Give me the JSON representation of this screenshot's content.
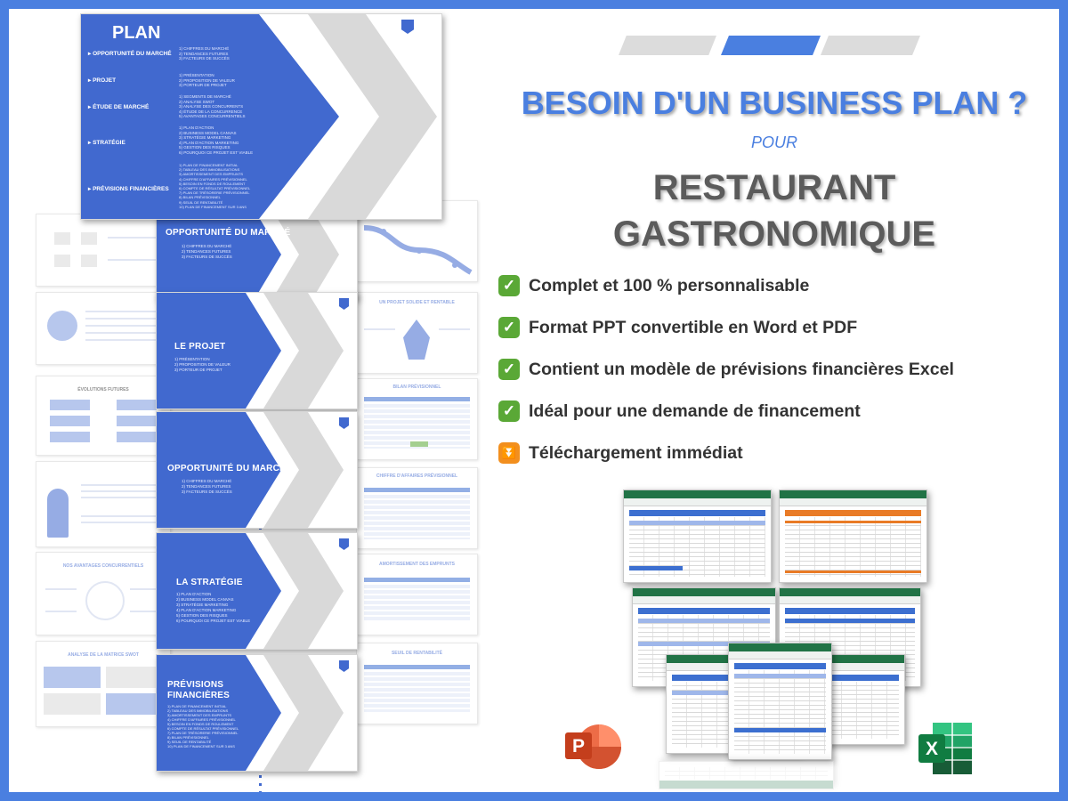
{
  "hero": {
    "headline": "BESOIN D'UN BUSINESS PLAN ?",
    "connector": "POUR",
    "subject_line1": "RESTAURANT",
    "subject_line2": "GASTRONOMIQUE"
  },
  "features": [
    {
      "icon": "check-mark-icon",
      "text": "Complet et 100 % personnalisable"
    },
    {
      "icon": "check-mark-icon",
      "text": "Format PPT convertible en Word et PDF"
    },
    {
      "icon": "check-mark-icon",
      "text": "Contient un modèle de prévisions financières Excel"
    },
    {
      "icon": "check-mark-icon",
      "text": "Idéal pour une demande de financement"
    },
    {
      "icon": "download-arrow-icon",
      "text": "Téléchargement immédiat"
    }
  ],
  "plan_slide": {
    "title": "PLAN",
    "sections": [
      {
        "name": "OPPORTUNITÉ DU MARCHÉ",
        "items": [
          "1) CHIFFRES DU MARCHÉ",
          "2) TENDANCES FUTURES",
          "3) FACTEURS DE SUCCÈS"
        ]
      },
      {
        "name": "PROJET",
        "items": [
          "1) PRÉSENTATION",
          "2) PROPOSITION DE VALEUR",
          "3) PORTEUR DE PROJET"
        ]
      },
      {
        "name": "ÉTUDE DE MARCHÉ",
        "items": [
          "1) SEGMENTS DE MARCHÉ",
          "2) ANALYSE SWOT",
          "3) ANALYSE DES CONCURRENTS",
          "4) ÉTUDE DE LA CONCURRENCE",
          "5) AVANTAGES CONCURRENTIELS"
        ]
      },
      {
        "name": "STRATÉGIE",
        "items": [
          "1) PLAN D'ACTION",
          "2) BUSINESS MODEL CANVAS",
          "3) STRATÉGIE MARKETING",
          "4) PLAN D'ACTION MARKETING",
          "5) GESTION DES RISQUES",
          "6) POURQUOI CE PROJET EST VIABLE"
        ]
      },
      {
        "name": "PRÉVISIONS FINANCIÈRES",
        "items": [
          "1) PLAN DE FINANCEMENT INITIAL",
          "2) TABLEAU DES IMMOBILISATIONS",
          "3) AMORTISSEMENT DES EMPRUNTS",
          "4) CHIFFRE D'AFFAIRES PRÉVISIONNEL",
          "5) BESOIN EN FONDS DE ROULEMENT",
          "6) COMPTE DE RÉSULTAT PRÉVISIONNEL",
          "7) PLAN DE TRÉSORERIE PRÉVISIONNEL",
          "8) BILAN PRÉVISIONNEL",
          "9) SEUIL DE RENTABILITÉ",
          "10) PLAN DE FINANCEMENT SUR 3 ANS"
        ]
      }
    ]
  },
  "section_slides": [
    {
      "title": "OPPORTUNITÉ DU MARCHÉ",
      "items": [
        "1) CHIFFRES DU MARCHÉ",
        "2) TENDANCES FUTURES",
        "3) FACTEURS DE SUCCÈS"
      ]
    },
    {
      "title": "LE PROJET",
      "items": [
        "1) PRÉSENTATION",
        "2) PROPOSITION DE VALEUR",
        "3) PORTEUR DE PROJET"
      ]
    },
    {
      "title": "OPPORTUNITÉ DU MARCHÉ",
      "items": [
        "1) CHIFFRES DU MARCHÉ",
        "2) TENDANCES FUTURES",
        "3) FACTEURS DE SUCCÈS"
      ]
    },
    {
      "title": "LA STRATÉGIE",
      "items": [
        "1) PLAN D'ACTION",
        "2) BUSINESS MODEL CANVAS",
        "3) STRATÉGIE MARKETING",
        "4) PLAN D'ACTION MARKETING",
        "5) GESTION DES RISQUES",
        "6) POURQUOI CE PROJET EST VIABLE"
      ]
    },
    {
      "title": "PRÉVISIONS FINANCIÈRES",
      "items": [
        "1) PLAN DE FINANCEMENT INITIAL",
        "2) TABLEAU DES IMMOBILISATIONS",
        "3) AMORTISSEMENT DES EMPRUNTS",
        "4) CHIFFRE D'AFFAIRES PRÉVISIONNEL",
        "5) BESOIN EN FONDS DE ROULEMENT",
        "6) COMPTE DE RÉSULTAT PRÉVISIONNEL",
        "7) PLAN DE TRÉSORERIE PRÉVISIONNEL",
        "8) BILAN PRÉVISIONNEL",
        "9) SEUIL DE RENTABILITÉ",
        "10) PLAN DE FINANCEMENT SUR 3 ANS"
      ]
    }
  ],
  "background_slides": {
    "left": [
      "",
      "",
      "ÉVOLUTIONS FUTURES",
      "",
      "NOS AVANTAGES CONCURRENTIELS",
      "ANALYSE DE LA MATRICE SWOT"
    ],
    "right": [
      "",
      "UN PROJET SOLIDE ET RENTABLE",
      "BILAN PRÉVISIONNEL",
      "CHIFFRE D'AFFAIRES PRÉVISIONNEL",
      "AMORTISSEMENT DES EMPRUNTS",
      "SEUIL DE RENTABILITÉ"
    ]
  },
  "logos": {
    "ppt_letter": "P",
    "excel_letter": "X"
  },
  "colors": {
    "brand_blue": "#4169cf",
    "headline_blue": "#4a7fe0",
    "grey_text": "#5b5b5b",
    "check_green": "#5aa836",
    "excel_green": "#217346",
    "ppt_orange": "#d35230"
  }
}
